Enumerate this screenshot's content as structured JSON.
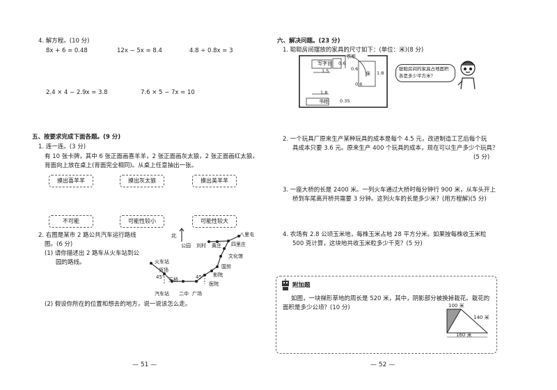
{
  "left": {
    "q4": {
      "title": "4. 解方程。(10 分)",
      "eqs": [
        "8x + 6 = 0.48",
        "12x − 5x = 8.4",
        "4.8 ÷ 0.8x = 3",
        "2.4 × 4 − 2.9x = 3.8",
        "7.6 × 5 − 7x = 10"
      ]
    },
    "sec5": {
      "title": "五、按要求完成下面各题。(9 分)",
      "q1_title": "1. 连一连。(3 分)",
      "q1_text1": "有 10 张卡牌，其中 6 张正面画喜羊羊，2 张正面画灰太狼，2 张正面画红太狼，",
      "q1_text2": "背面向上放在桌上(背面完全相同)。从桌上任意抽出一张。",
      "top_boxes": [
        "摸出喜羊羊",
        "摸出灰太狼",
        "摸出美羊羊"
      ],
      "bottom_boxes": [
        "不可能",
        "可能性较小",
        "可能性较大"
      ],
      "q2_title": "2. 右图是某市 2 路公共汽车运行路线",
      "q2_title2": "图。(6 分)",
      "q2_sub1a": "(1) 请你描述出 2 路车从火车站到公",
      "q2_sub1b": "园的路线。",
      "q2_sub2": "(2) 假设你所在的位置和想去的地方，说一说该怎么走。",
      "map": {
        "north": "北",
        "stops": [
          "火车站",
          "货场",
          "天桥",
          "汽车站",
          "二中",
          "广场",
          "医院",
          "影院",
          "国贸",
          "文化馆",
          "四里庄",
          "八里屯",
          "公园",
          "刘村",
          "黄庄"
        ],
        "angle": "45°"
      }
    },
    "page_number": "— 51 —"
  },
  "right": {
    "sec6": {
      "title": "六、解决问题。(23 分)",
      "q1": "1. 聪聪房间摆放的家具的尺寸如下：(单位：米)(8 分)",
      "bubble": "聪聪房间的家具占地面积各是多少平方米？",
      "room": {
        "desk": "写字台",
        "wardrobe": "衣柜",
        "bed": "床",
        "cabinet": "书柜",
        "dims": [
          "1.5",
          "0.6",
          "0.6",
          "1.8",
          "1.8",
          "0.35",
          "0.6"
        ]
      },
      "q2a": "2. 一个玩具厂原来生产某种玩具的成本是每个 4.5 元，改进制造工艺后每个玩",
      "q2b": "具成本只要 3.6 元。原来生产 400 个玩具的成本，现在可以生产多少个玩具？",
      "q2c": "(5 分)",
      "q3a": "3. 一座大桥的长是 2400 米。一列火车通过大桥时每分钟行 900 米，从车头开上",
      "q3b": "桥到车尾离开桥共需要 3 分钟。这列火车的长是多少米？(用方程解)(5 分)",
      "q4a": "4. 农场有 2.8 公顷玉米地，每株玉米占地 28 平方分米。如果按每株收玉米粒",
      "q4b": "500 克计算，这块地共收玉米粒多少千克？(5 分)"
    },
    "extra": {
      "title": "附加题",
      "line1": "如图，一块梯形草地的周长是 520 米，其中，阴影部分被换掉栽花。栽花的",
      "line2": "面积是多少公顷？(10 分)",
      "dims": [
        "100 米",
        "140 米",
        "160 米"
      ]
    },
    "page_number": "— 52 —"
  },
  "colors": {
    "shade": "#9a9a9a",
    "text": "#222222"
  }
}
